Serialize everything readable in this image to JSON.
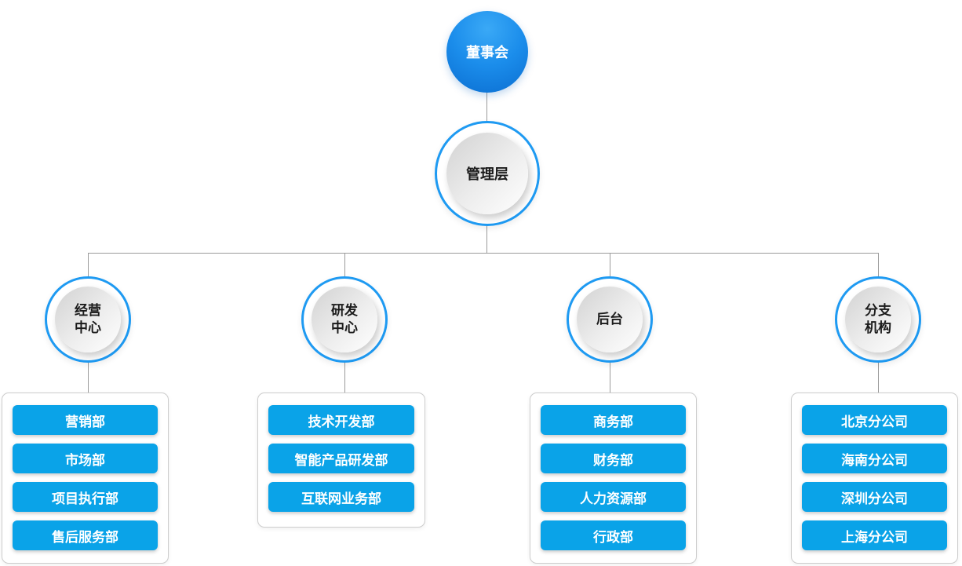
{
  "org_chart": {
    "root": {
      "label": "董事会"
    },
    "management": {
      "label": "管理层"
    },
    "branches": [
      {
        "name": "经营中心",
        "line1": "经营",
        "line2": "中心",
        "departments": [
          "营销部",
          "市场部",
          "项目执行部",
          "售后服务部"
        ]
      },
      {
        "name": "研发中心",
        "line1": "研发",
        "line2": "中心",
        "departments": [
          "技术开发部",
          "智能产品研发部",
          "互联网业务部"
        ]
      },
      {
        "name": "后台",
        "line1": "后台",
        "line2": "",
        "departments": [
          "商务部",
          "财务部",
          "人力资源部",
          "行政部"
        ]
      },
      {
        "name": "分支机构",
        "line1": "分支",
        "line2": "机构",
        "departments": [
          "北京分公司",
          "海南分公司",
          "深圳分公司",
          "上海分公司"
        ]
      }
    ]
  },
  "colors": {
    "root_gradient_top": "#3AA9F6",
    "root_gradient_bottom": "#0B6ED1",
    "node_ring_blue": "#1E9AF2",
    "node_inner_gray": "#D2D2D2",
    "department_button_blue": "#0AA3E8",
    "connector_gray": "#9B9B9B",
    "panel_border_gray": "#CCCCCC",
    "text_dark": "#1B1B1B",
    "text_white": "#FFFFFF"
  }
}
